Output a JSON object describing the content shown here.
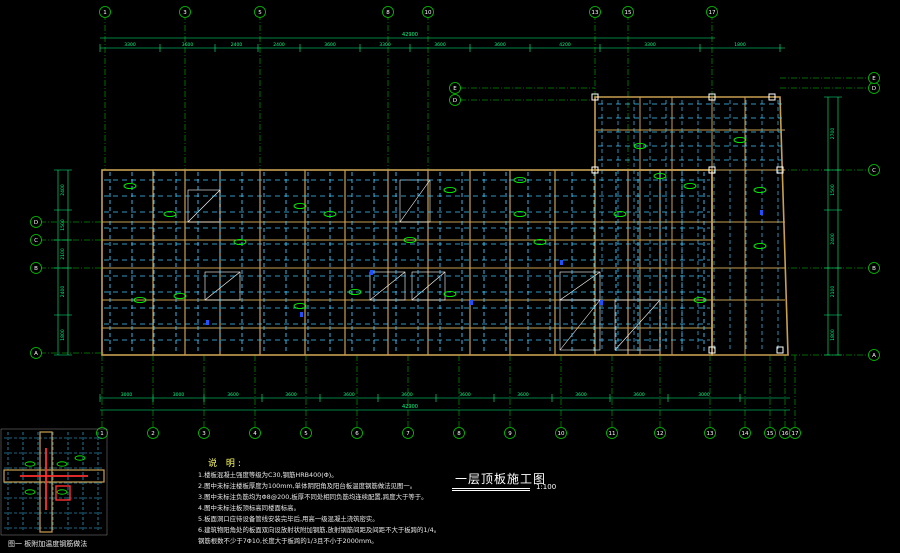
{
  "top_axes": [
    "1",
    "3",
    "5",
    "8",
    "10",
    "13",
    "15",
    "17"
  ],
  "bottom_axes": [
    "1",
    "2",
    "3",
    "4",
    "5",
    "6",
    "7",
    "8",
    "9",
    "10",
    "11",
    "12",
    "13",
    "14",
    "15",
    "16",
    "17"
  ],
  "left_axes": [
    "A",
    "B",
    "C",
    "D"
  ],
  "right_axes": [
    "A",
    "B",
    "C",
    "D",
    "E"
  ],
  "top_total_dim": "42900",
  "bottom_total_dim": "42900",
  "top_dims": [
    "3300",
    "3600",
    "2400",
    "2400",
    "3600",
    "3300",
    "3600",
    "3600",
    "4200",
    "3300",
    "1800"
  ],
  "bottom_dims": [
    "3000",
    "3000",
    "3600",
    "3600",
    "3600",
    "3600",
    "3600",
    "3600",
    "3600",
    "3600",
    "3000"
  ],
  "left_dims": [
    "2400",
    "1500",
    "2100",
    "2400",
    "1800"
  ],
  "right_dims": [
    "2700",
    "1500",
    "2400",
    "2100",
    "1800"
  ],
  "notes": {
    "title": "说 明:",
    "items": [
      "1.楼板混凝土强度等级为C30,钢筋HRB400(Φ)。",
      "2.图中未标注楼板厚度为100mm,单体阴阳角及阳台板温度钢筋做法见图一。",
      "3.图中未标注负筋均为Φ8@200,板厚不同处相同负筋均连续配置,跨度大于等于。",
      "4.图中未标注板顶标高同楼面标高。",
      "5.板面洞口应待设备管线安装完毕后,用高一级混凝土浇筑密实。",
      "6.建筑物阳角处的板面双向设放射状附加钢筋,放射钢筋间距及间距不大于板跨的1/4。",
      "  钢筋根数不少于7Φ10,长度大于板跨的1/3且不小于2000mm。"
    ]
  },
  "drawing_title": "一层顶板施工图",
  "scale": "1:100",
  "detail_caption": "图一  板附加温度钢筋做法",
  "colors": {
    "background": "#000000",
    "grid": "#00d000",
    "beam": "#c8a050",
    "rebar": "#40c8ff",
    "label": "#ffffff",
    "dim": "#00ff88",
    "highlight": "#00ff00",
    "accent": "#ff3030"
  }
}
